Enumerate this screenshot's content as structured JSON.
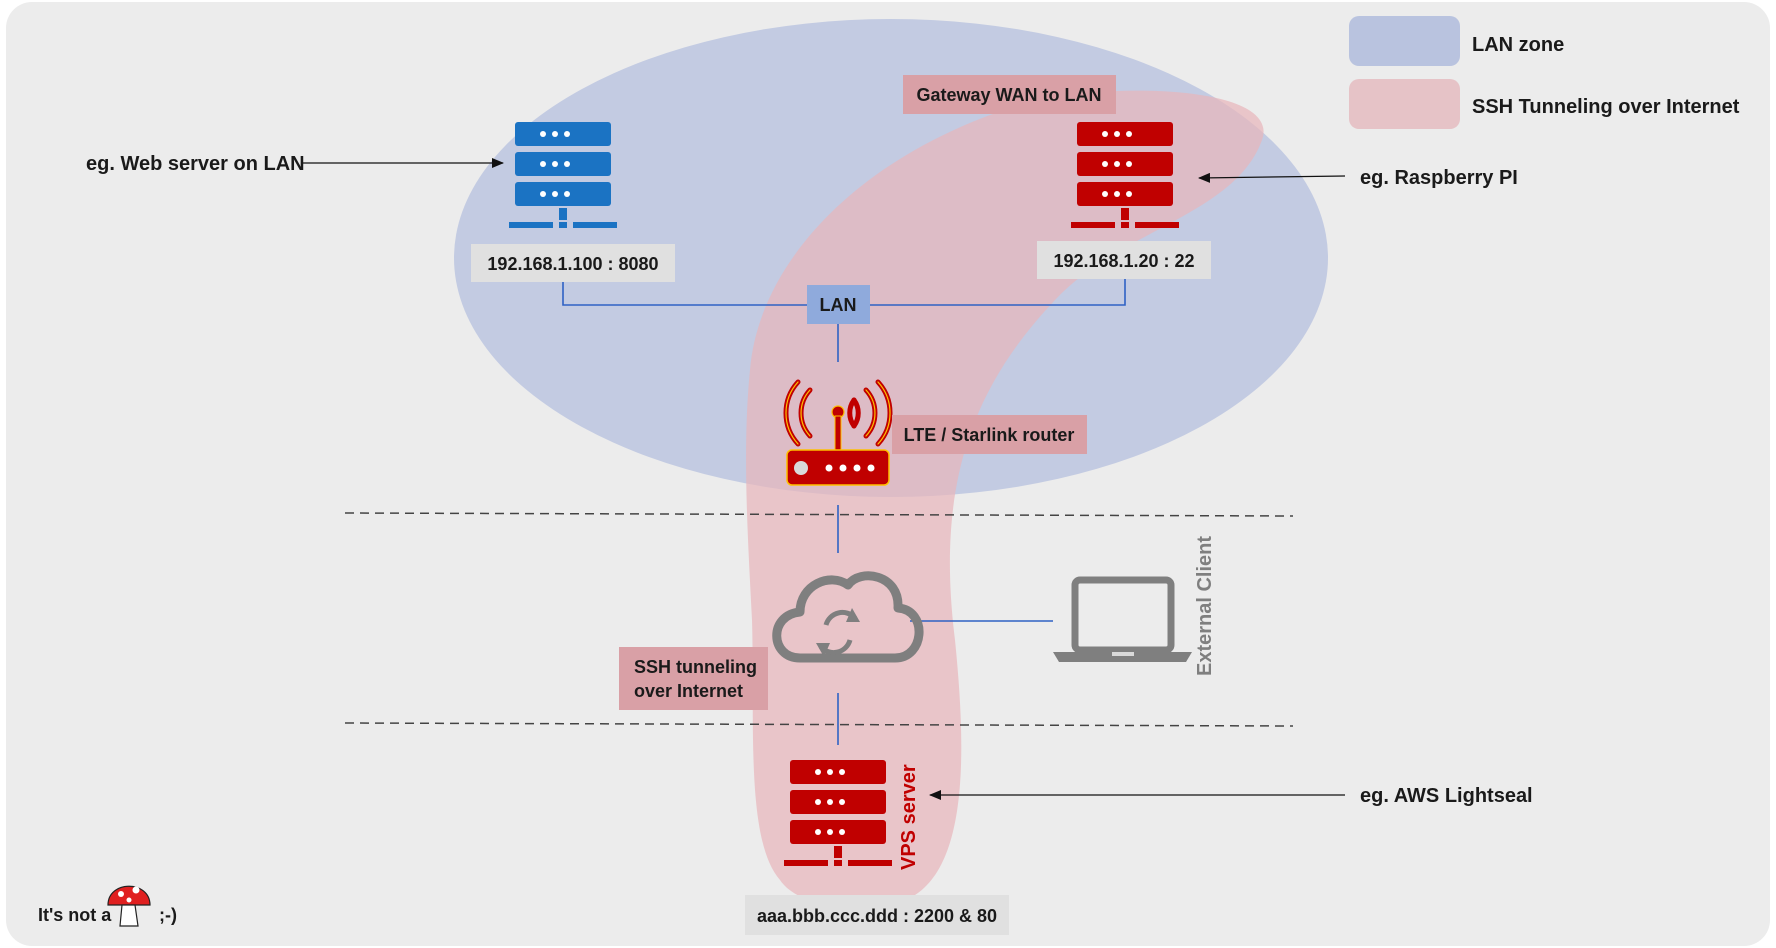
{
  "legend": {
    "lan_zone": "LAN zone",
    "ssh_tunneling": "SSH Tunneling over Internet"
  },
  "labels": {
    "web_server_note": "eg. Web server on LAN",
    "web_server_addr": "192.168.1.100 : 8080",
    "gateway": "Gateway WAN to LAN",
    "raspberry_note": "eg. Raspberry PI",
    "raspberry_addr": "192.168.1.20 : 22",
    "lan": "LAN",
    "router": "LTE / Starlink router",
    "external_client": "External Client",
    "ssh_line1": "SSH tunneling",
    "ssh_line2": "over Internet",
    "vps_server": "VPS server",
    "aws_note": "eg. AWS Lightseal",
    "vps_addr": "aaa.bbb.ccc.ddd : 2200 & 80",
    "joke_prefix": "It's not a",
    "joke_suffix": ";-)"
  },
  "colors": {
    "background": "#ececec",
    "lan_zone": "#a9b6dc",
    "ssh_zone": "#e8b5ba",
    "blue_server": "#1b73c3",
    "red_server": "#c00000",
    "label_box": "#e0e0e0",
    "lan_box": "#8faadc",
    "red_label_box": "#d9a0a6",
    "grey_icon": "#7f7f7f"
  },
  "icons": [
    "server-rack-icon",
    "wifi-router-icon",
    "cloud-sync-icon",
    "laptop-icon",
    "mushroom-icon"
  ]
}
